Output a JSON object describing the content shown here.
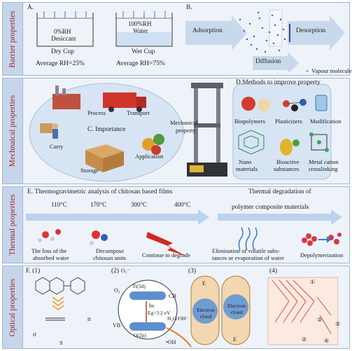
{
  "rows": [
    {
      "label": "Barrier properties"
    },
    {
      "label": "Mechnaical properties"
    },
    {
      "label": "Thermal properties"
    },
    {
      "label": "Optical properties"
    }
  ],
  "barrier": {
    "a_label": "A.",
    "dry_cup": {
      "rh": "0%RH",
      "material": "Desiccant",
      "name": "Dry Cup",
      "avg": "Average RH=25%"
    },
    "wet_cup": {
      "rh": "100%RH",
      "material": "Water",
      "name": "Wet Cup",
      "avg": "Average RH=75%"
    },
    "b_label": "B.",
    "adsorption": "Adsorption",
    "diffusion": "Diffusion",
    "desorption": "Desorption",
    "vapour": "Vapour molecules"
  },
  "mechanical": {
    "c_label": "C. Importance",
    "items": [
      "Process",
      "Transport",
      "Carry",
      "Storage",
      "Application"
    ],
    "machine_label_1": "Mechanical",
    "machine_label_2": "property",
    "d_label": "D.Methods to improve property",
    "methods": [
      "Biopolymers",
      "Plasticizers",
      "Modification",
      "Nano",
      "materials",
      "Bioactive",
      "substances",
      "Metal cation",
      "crosslinking"
    ]
  },
  "thermal": {
    "e_label": "E. Thermogravimetric analysis of chitosan based films",
    "temps": [
      "110°C",
      "170°C",
      "300°C",
      "400°C"
    ],
    "title2_line1": "Thermal degradation of",
    "title2_line2": "polymer composite materials",
    "steps": [
      {
        "l1": "The loss of the",
        "l2": "absorbed water"
      },
      {
        "l1": "Decompose",
        "l2": "chitosan units"
      },
      {
        "l1": "Continue to degrade",
        "l2": ""
      },
      {
        "l1": "Elimination of volatile subs-",
        "l2": "tances or evaporation of water"
      },
      {
        "l1": "Depolymerization",
        "l2": ""
      }
    ]
  },
  "optical": {
    "f_label": "F. (1)",
    "p2": "(2)",
    "p3": "(3)",
    "p4": "(4)",
    "sigma": "σ",
    "pi": "π",
    "n": "n",
    "o2_minus": "O₂⁻",
    "o2": "O₂",
    "cb": "CB",
    "vb": "VB",
    "ti": "Ti(3d)",
    "hv": "hν",
    "eg": "Eg=3.2 eV",
    "o2p": "O(2p)",
    "h2o": "H₂O/OH⁻",
    "oh": "•OH",
    "electron_cloud": "Electron cloud",
    "e": "E",
    "circled": [
      "①",
      "②",
      "③",
      "④",
      "⑤"
    ]
  }
}
